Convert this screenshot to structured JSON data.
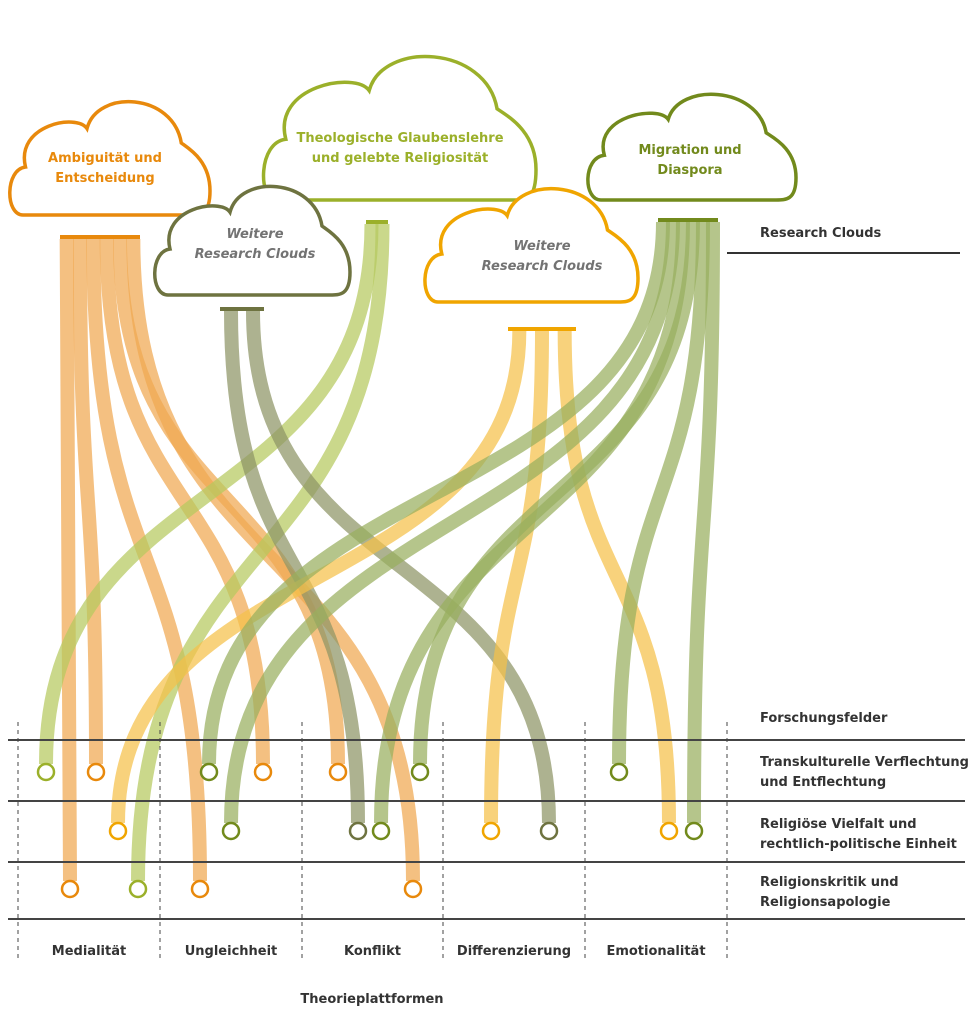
{
  "clouds": [
    {
      "id": "ambiguitaet",
      "lines": [
        "Ambiguität und",
        "Entscheidung"
      ],
      "color": "#E8890C",
      "flow_color": "#F0A850",
      "italic": false
    },
    {
      "id": "theologie",
      "lines": [
        "Theologische Glaubenslehre",
        "und gelebte Religiosität"
      ],
      "color": "#9BB02A",
      "flow_color": "#B5C95E",
      "italic": false
    },
    {
      "id": "weitere1",
      "lines": [
        "Weitere",
        "Research Clouds"
      ],
      "color": "#6E7340",
      "flow_color": "#8E9465",
      "italic": true
    },
    {
      "id": "weitere2",
      "lines": [
        "Weitere",
        "Research Clouds"
      ],
      "color": "#F0A500",
      "flow_color": "#F5C04A",
      "italic": true
    },
    {
      "id": "migration",
      "lines": [
        "Migration und",
        "Diaspora"
      ],
      "color": "#728A1C",
      "flow_color": "#99AE5E",
      "italic": false
    }
  ],
  "legend": {
    "research_clouds": "Research Clouds",
    "forschungsfelder": "Forschungsfelder",
    "theorieplattformen": "Theorieplattformen"
  },
  "forschungsfelder": [
    {
      "lines": [
        "Transkulturelle Verflechtung",
        "und Entflechtung"
      ]
    },
    {
      "lines": [
        "Religiöse Vielfalt und",
        "rechtlich-politische Einheit"
      ]
    },
    {
      "lines": [
        "Religionskritik und",
        "Religionsapologie"
      ]
    }
  ],
  "theorieplattformen": [
    "Medialität",
    "Ungleichheit",
    "Konflikt",
    "Differenzierung",
    "Emotionalität"
  ],
  "links": [
    {
      "source": "ambiguitaet",
      "field": 2,
      "platform": 0
    },
    {
      "source": "ambiguitaet",
      "field": 0,
      "platform": 0
    },
    {
      "source": "ambiguitaet",
      "field": 2,
      "platform": 1
    },
    {
      "source": "ambiguitaet",
      "field": 0,
      "platform": 1
    },
    {
      "source": "ambiguitaet",
      "field": 0,
      "platform": 2
    },
    {
      "source": "ambiguitaet",
      "field": 2,
      "platform": 2
    },
    {
      "source": "theologie",
      "field": 0,
      "platform": 0
    },
    {
      "source": "theologie",
      "field": 2,
      "platform": 0
    },
    {
      "source": "weitere1",
      "field": 1,
      "platform": 2
    },
    {
      "source": "weitere1",
      "field": 1,
      "platform": 3
    },
    {
      "source": "weitere2",
      "field": 1,
      "platform": 0
    },
    {
      "source": "weitere2",
      "field": 1,
      "platform": 3
    },
    {
      "source": "weitere2",
      "field": 1,
      "platform": 4
    },
    {
      "source": "migration",
      "field": 0,
      "platform": 1
    },
    {
      "source": "migration",
      "field": 1,
      "platform": 1
    },
    {
      "source": "migration",
      "field": 1,
      "platform": 2
    },
    {
      "source": "migration",
      "field": 0,
      "platform": 2
    },
    {
      "source": "migration",
      "field": 0,
      "platform": 4
    },
    {
      "source": "migration",
      "field": 1,
      "platform": 4
    }
  ]
}
